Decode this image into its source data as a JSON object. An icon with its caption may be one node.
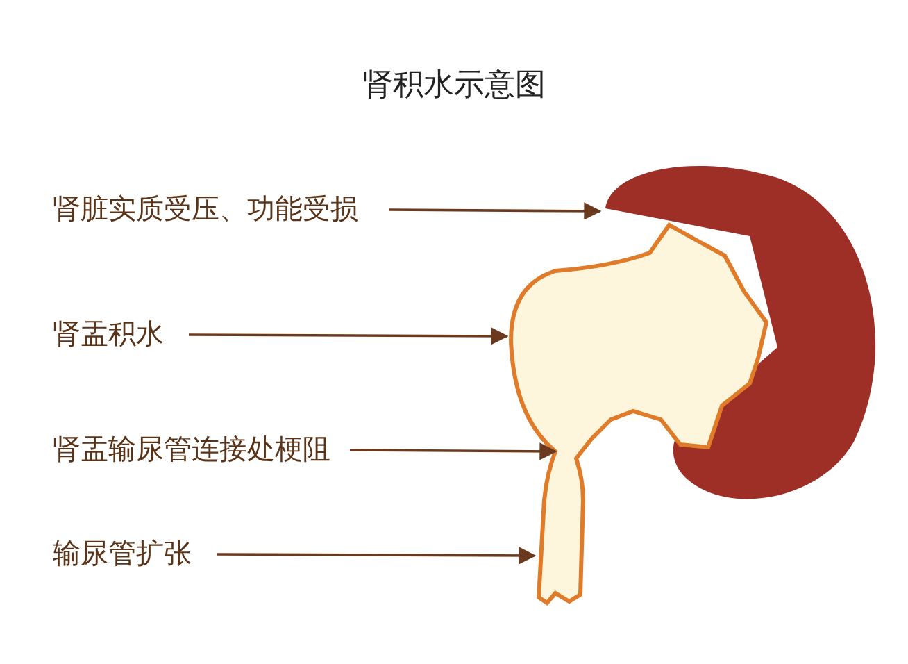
{
  "diagram": {
    "title": "肾积水示意图",
    "nodes": [
      {
        "text": [
          "肾脏实质受压、功能受损"
        ]
      },
      {
        "text": [
          "肾盂积水"
        ]
      },
      {
        "text": [
          "肾盂输尿管连接处梗阻"
        ]
      },
      {
        "text": [
          "输尿管扩张"
        ]
      }
    ],
    "edges": [
      {
        "from": 0,
        "to": null,
        "arrow": "to"
      },
      {
        "from": 1,
        "to": null,
        "arrow": "to"
      },
      {
        "from": 2,
        "to": null,
        "arrow": "to"
      },
      {
        "from": 3,
        "to": null,
        "arrow": "to"
      }
    ]
  }
}
